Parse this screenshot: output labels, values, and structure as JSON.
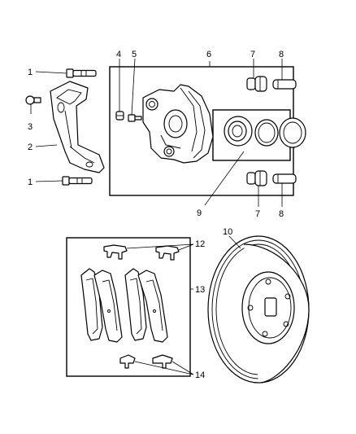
{
  "callouts": {
    "c1a": "1",
    "c1b": "1",
    "c2": "2",
    "c3": "3",
    "c4": "4",
    "c5": "5",
    "c6": "6",
    "c7a": "7",
    "c7b": "7",
    "c8a": "8",
    "c8b": "8",
    "c9": "9",
    "c10": "10",
    "c12": "12",
    "c13": "13",
    "c14": "14"
  }
}
